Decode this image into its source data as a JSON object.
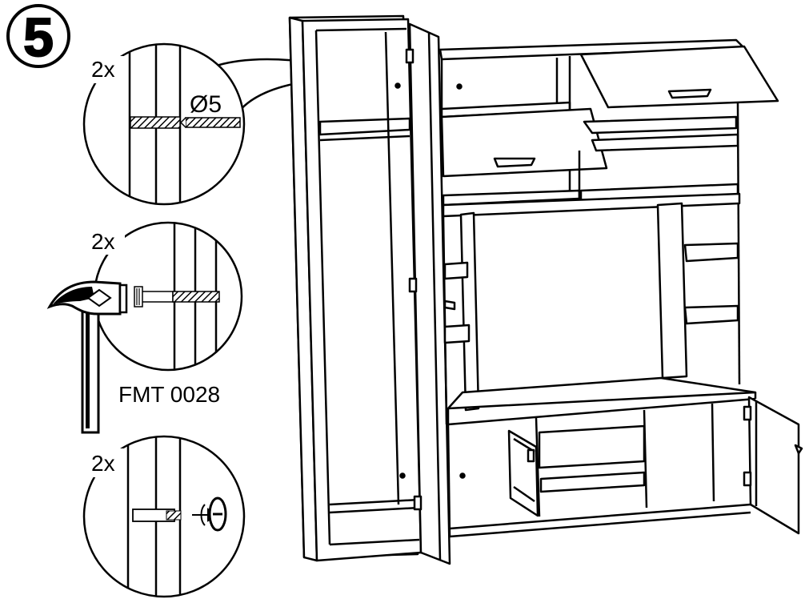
{
  "step": {
    "number": "5"
  },
  "details": [
    {
      "qty": "2x",
      "label": "Ø5"
    },
    {
      "qty": "2x",
      "label": "FMT 0028"
    },
    {
      "qty": "2x"
    }
  ],
  "colors": {
    "ink": "#000000",
    "paper": "#ffffff",
    "shade": "#333333"
  }
}
